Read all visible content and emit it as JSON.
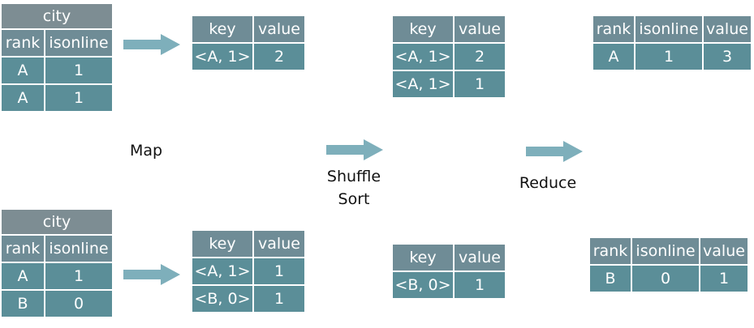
{
  "inputs": [
    {
      "title": "city",
      "headers": [
        "rank",
        "isonline"
      ],
      "rows": [
        [
          "A",
          "1"
        ],
        [
          "A",
          "1"
        ]
      ]
    },
    {
      "title": "city",
      "headers": [
        "rank",
        "isonline"
      ],
      "rows": [
        [
          "A",
          "1"
        ],
        [
          "B",
          "0"
        ]
      ]
    }
  ],
  "map_outputs": [
    {
      "headers": [
        "key",
        "value"
      ],
      "rows": [
        [
          "<A, 1>",
          "2"
        ]
      ]
    },
    {
      "headers": [
        "key",
        "value"
      ],
      "rows": [
        [
          "<A, 1>",
          "1"
        ],
        [
          "<B, 0>",
          "1"
        ]
      ]
    }
  ],
  "shuffle_outputs": [
    {
      "headers": [
        "key",
        "value"
      ],
      "rows": [
        [
          "<A, 1>",
          "2"
        ],
        [
          "<A, 1>",
          "1"
        ]
      ]
    },
    {
      "headers": [
        "key",
        "value"
      ],
      "rows": [
        [
          "<B, 0>",
          "1"
        ]
      ]
    }
  ],
  "reduce_outputs": [
    {
      "headers": [
        "rank",
        "isonline",
        "value"
      ],
      "rows": [
        [
          "A",
          "1",
          "3"
        ]
      ]
    },
    {
      "headers": [
        "rank",
        "isonline",
        "value"
      ],
      "rows": [
        [
          "B",
          "0",
          "1"
        ]
      ]
    }
  ],
  "stages": {
    "map": "Map",
    "shuffle_line1": "Shuffle",
    "shuffle_line2": "Sort",
    "reduce": "Reduce"
  },
  "colors": {
    "cell": "#5b8e98",
    "header": "#6f8c96",
    "title": "#7d8d93",
    "arrow": "#7eafbb"
  }
}
